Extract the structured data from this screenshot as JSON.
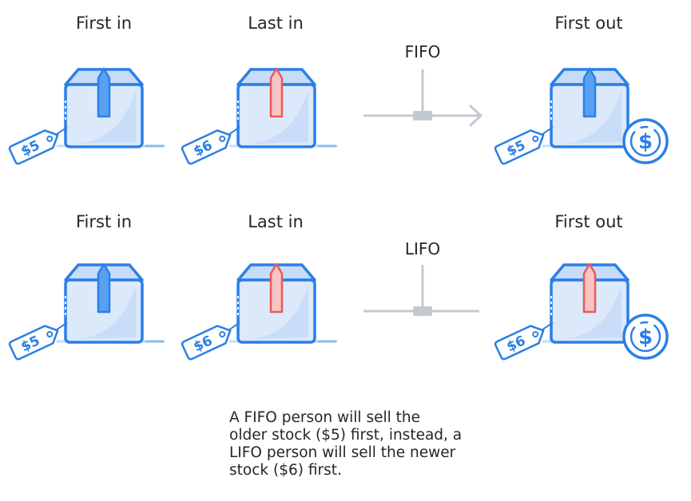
{
  "colors": {
    "box_outline": "#2b7fe6",
    "box_fill": "#dbe9fb",
    "box_shade": "#c6dcf8",
    "tape_blue": "#5aa0f2",
    "tape_red_fill": "#f9c4c4",
    "tape_red_stroke": "#e85a5a",
    "arrow_gray": "#c4c9d0"
  },
  "fifo": {
    "col1_label": "First in",
    "col2_label": "Last in",
    "method_label": "FIFO",
    "col4_label": "First out",
    "tag1_price": "$5",
    "tag2_price": "$6",
    "out_tag_price": "$5",
    "coin_symbol": "$"
  },
  "lifo": {
    "col1_label": "First in",
    "col2_label": "Last in",
    "method_label": "LIFO",
    "col4_label": "First out",
    "tag1_price": "$5",
    "tag2_price": "$6",
    "out_tag_price": "$6",
    "coin_symbol": "$"
  },
  "note_lines": [
    "A FIFO person will sell the",
    "older stock ($5) first, instead, a",
    "LIFO person will sell the newer",
    "stock ($6) first."
  ]
}
